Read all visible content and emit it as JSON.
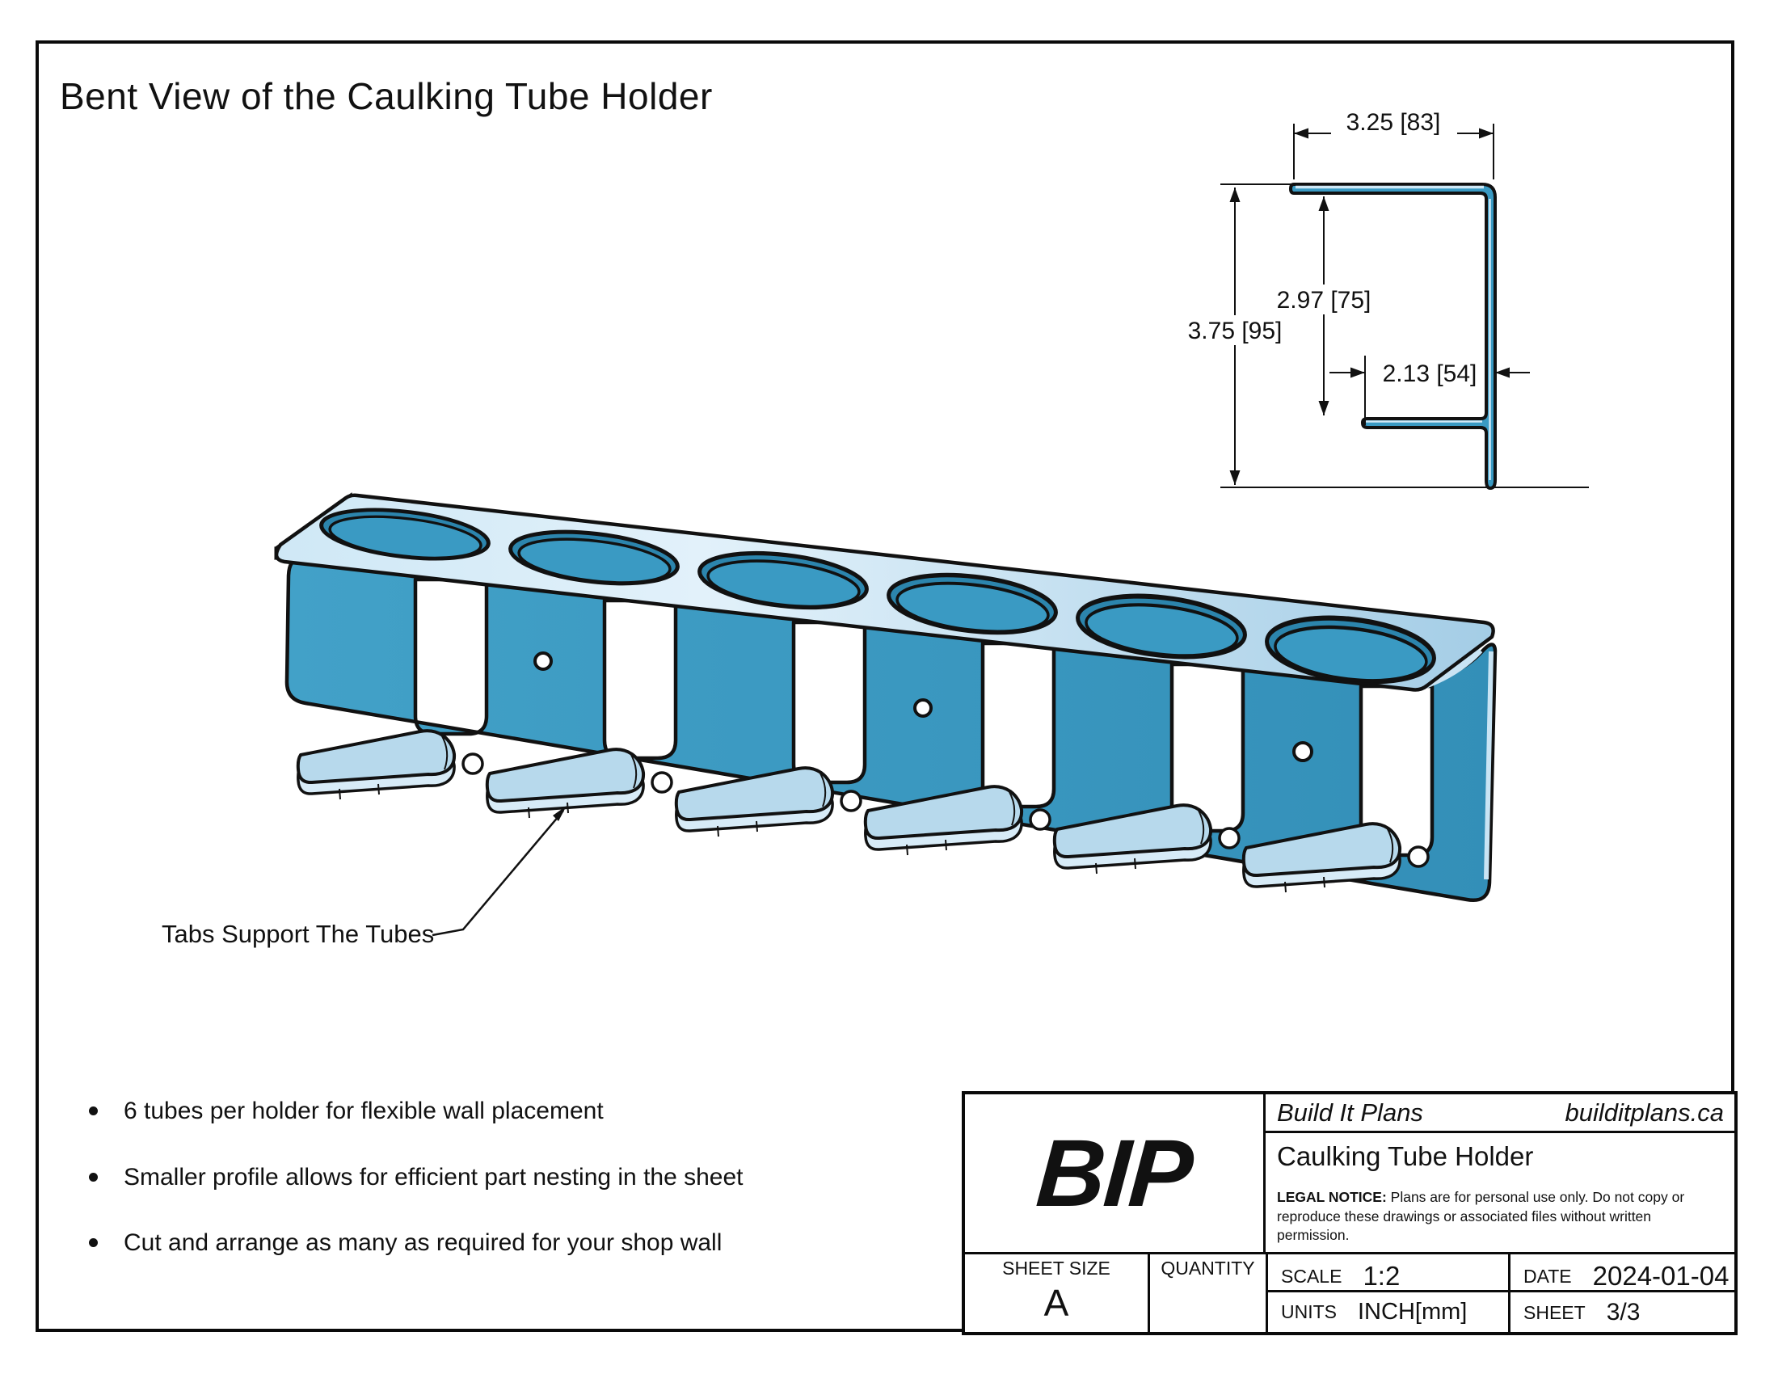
{
  "page": {
    "title": "Bent View of the Caulking Tube Holder"
  },
  "side_view": {
    "dim_flange_width": "3.25 [83]",
    "dim_inner_height": "2.97 [75]",
    "dim_total_height": "3.75 [95]",
    "dim_tab_length": "2.13 [54]"
  },
  "iso_view": {
    "callout": "Tabs Support The Tubes",
    "tube_hole_count": 6,
    "tab_count": 6,
    "mount_hole_count": 3
  },
  "notes": {
    "items": [
      {
        "text": "6 tubes per holder for flexible wall placement"
      },
      {
        "text": "Smaller profile allows for efficient part nesting in the sheet"
      },
      {
        "text": "Cut and arrange as many as required for your shop wall"
      }
    ]
  },
  "title_block": {
    "logo": "BIP",
    "brand": "Build It Plans",
    "website": "builditplans.ca",
    "part_title": "Caulking Tube Holder",
    "legal_label": "LEGAL NOTICE:",
    "legal_text": " Plans are for personal use only. Do not copy or reproduce these drawings or associated files without written permission.",
    "sheet_size_label": "SHEET SIZE",
    "sheet_size_value": "A",
    "quantity_label": "QUANTITY",
    "quantity_value": "",
    "scale_label": "SCALE",
    "scale_value": "1:2",
    "units_label": "UNITS",
    "units_value": "INCH[mm]",
    "date_label": "DATE",
    "date_value": "2024-01-04",
    "sheet_label": "SHEET",
    "sheet_value": "3/3"
  },
  "colors": {
    "wall_teal": "#3a9ac3",
    "hole_rim_teal": "#2c85ad",
    "plate_light": "#b7d9ec",
    "plate_band": "#d7ebf7",
    "outline": "#111111"
  }
}
